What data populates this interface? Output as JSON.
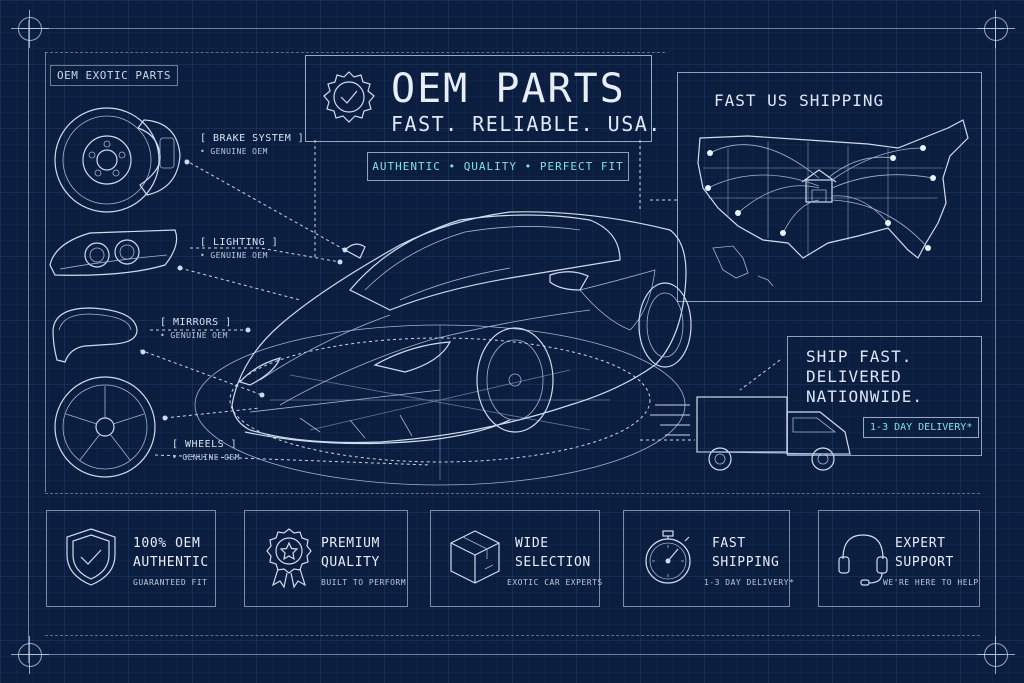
{
  "header_label": "OEM EXOTIC PARTS",
  "title": {
    "main": "OEM PARTS",
    "sub": "FAST. RELIABLE. USA.",
    "tagline": "AUTHENTIC • QUALITY • PERFECT FIT"
  },
  "parts": [
    {
      "name": "[ BRAKE SYSTEM ]",
      "sub": "• GENUINE OEM",
      "icon": "brake-disc-icon"
    },
    {
      "name": "[ LIGHTING ]",
      "sub": "• GENUINE OEM",
      "icon": "headlight-icon"
    },
    {
      "name": "[ MIRRORS ]",
      "sub": "• GENUINE OEM",
      "icon": "mirror-icon"
    },
    {
      "name": "[ WHEELS ]",
      "sub": "• GENUINE OEM",
      "icon": "wheel-icon"
    }
  ],
  "map": {
    "title": "FAST US SHIPPING"
  },
  "shipping": {
    "line1": "SHIP FAST.",
    "line2": "DELIVERED",
    "line3": "NATIONWIDE.",
    "badge": "1-3 DAY DELIVERY*"
  },
  "features": [
    {
      "title1": "100% OEM",
      "title2": "AUTHENTIC",
      "sub": "GUARANTEED FIT",
      "icon": "shield-check-icon"
    },
    {
      "title1": "PREMIUM",
      "title2": "QUALITY",
      "sub": "BUILT TO PERFORM",
      "icon": "award-ribbon-icon"
    },
    {
      "title1": "WIDE",
      "title2": "SELECTION",
      "sub": "EXOTIC CAR EXPERTS",
      "icon": "box-icon"
    },
    {
      "title1": "FAST",
      "title2": "SHIPPING",
      "sub": "1-3 DAY DELIVERY*",
      "icon": "stopwatch-icon"
    },
    {
      "title1": "EXPERT",
      "title2": "SUPPORT",
      "sub": "WE'RE HERE TO HELP",
      "icon": "headset-icon"
    }
  ],
  "colors": {
    "background": "#0b1e3f",
    "line": "#cfdcef",
    "accent": "#7fe0e6"
  }
}
